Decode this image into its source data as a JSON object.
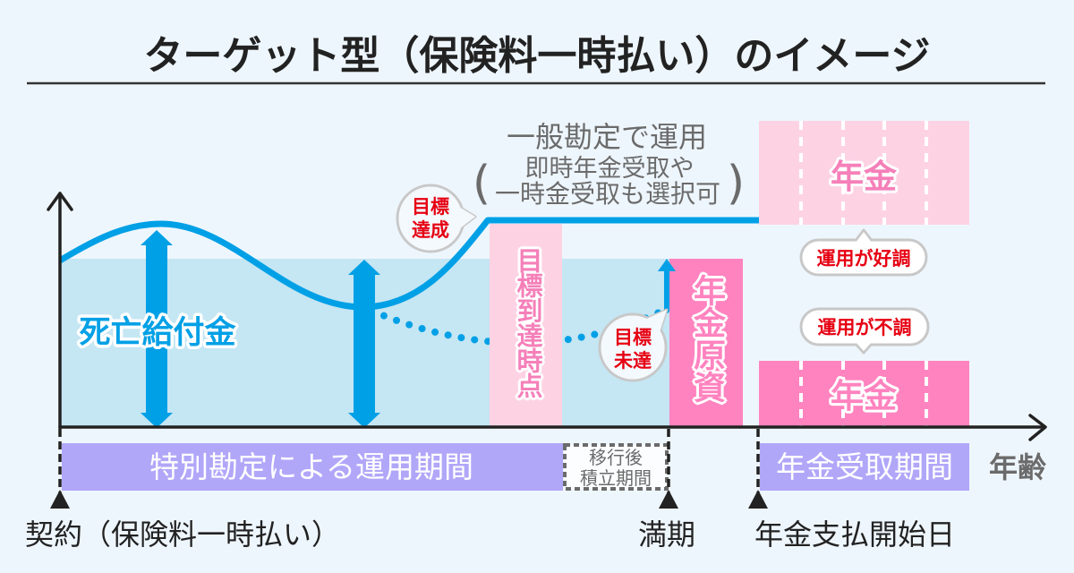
{
  "title": "ターゲット型（保険料一時払い）のイメージ",
  "general_account": {
    "heading": "一般勘定で運用",
    "paren_open": "(",
    "line1": "即時年金受取や",
    "line2": "一時金受取も選択可",
    "paren_close": ")"
  },
  "chart": {
    "death_benefit_label": "死亡給付金",
    "target_reached_bar": "目標到達時点",
    "annuity_fund_bar": "年金原資",
    "bubble_achieved": [
      "目標",
      "達成"
    ],
    "bubble_not_achieved": [
      "目標",
      "未達"
    ],
    "pension_good": {
      "label": "年金",
      "bubble": "運用が好調"
    },
    "pension_poor": {
      "label": "年金",
      "bubble": "運用が不調"
    },
    "x_axis_label": "年齢"
  },
  "periods": {
    "special_account": "特別勘定による運用期間",
    "post_transition": [
      "移行後",
      "積立期間"
    ],
    "pension_receipt": "年金受取期間"
  },
  "milestones": [
    {
      "label": "契約（保険料一時払い）"
    },
    {
      "label": "満期"
    },
    {
      "label": "年金支払開始日"
    }
  ],
  "colors": {
    "background": "#eef6fd",
    "blue": "#00a0e6",
    "light_blue_area": "#c5e6f3",
    "pale_pink": "#fdd3e4",
    "hot_pink": "#ff83bf",
    "purple": "#b0a7f9",
    "red_text": "#e60012",
    "gray_text": "#6b6b6b",
    "dark_text": "#222222"
  }
}
